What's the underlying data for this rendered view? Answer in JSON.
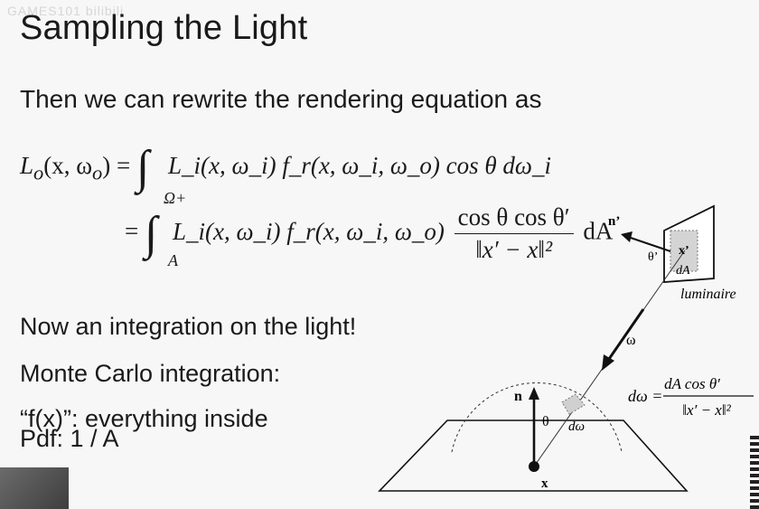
{
  "slide": {
    "watermark": "GAMES101 bilibili",
    "title": "Sampling the Light",
    "intro": "Then we can rewrite the rendering equation as",
    "equation": {
      "line1_lhs": "L",
      "line1_lhs_sub": "o",
      "line1_lhs_args": "(x, ω",
      "line1_lhs_args_sub": "o",
      "line1_eq": ") =",
      "line1_sub": "Ω+",
      "line1_body": "L_i(x, ω_i) f_r(x, ω_i, ω_o) cos θ dω_i",
      "line2_eq": "=",
      "line2_sub": "A",
      "line2_body": "L_i(x, ω_i) f_r(x, ω_i, ω_o)",
      "line2_num": "cos θ cos θ′",
      "line2_den": "‖x′ − x‖²",
      "line2_tail": "dA"
    },
    "bullets": [
      "Now an integration on the light!",
      "Monte Carlo integration:",
      "“f(x)”: everything inside",
      "Pdf: 1 / A"
    ],
    "diagram": {
      "luminaire_label": "luminaire",
      "normal_light": "n’",
      "theta_prime": "θ’",
      "x_prime": "x’",
      "dA": "dA",
      "omega": "ω",
      "normal_surface": "n",
      "theta": "θ",
      "d_omega": "dω",
      "x": "x",
      "dw_lhs": "dω =",
      "dw_num": "dA cos θ′",
      "dw_den": "‖x′ − x‖²"
    }
  }
}
